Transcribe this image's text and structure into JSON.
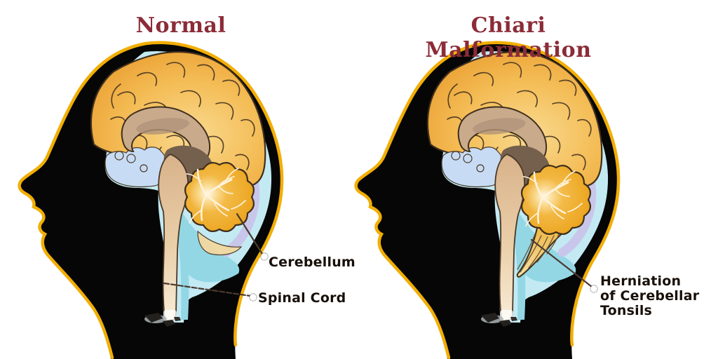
{
  "titles": {
    "normal": "Normal",
    "chiari": "Chiari Malformation"
  },
  "labels": {
    "cerebellum": "Cerebellum",
    "spinal_cord": "Spinal Cord",
    "herniation": "Herniation\nof Cerebellar\nTonsils"
  },
  "colors": {
    "page": "#FFFFFF",
    "title": "#8B2C38",
    "head_outline": "#F2AE05",
    "silhouette": "#060606",
    "csf_blue": "#C3EAF3",
    "csf_deep": "#93D7E5",
    "dura_lavender": "#C8C5EA",
    "brain_orange": "#EFA838",
    "cerebellum_gold": "#EFA41C",
    "brainstem_tan": "#E6C49D",
    "corpus_callosum": "#C9AA8B",
    "midbrain_brown": "#75604E",
    "ventricle_periwinkle": "#C7DCF4",
    "tonsil_yellow": "#F2C55C",
    "label_text": "#181008",
    "leader_line": "#4A3A30"
  }
}
